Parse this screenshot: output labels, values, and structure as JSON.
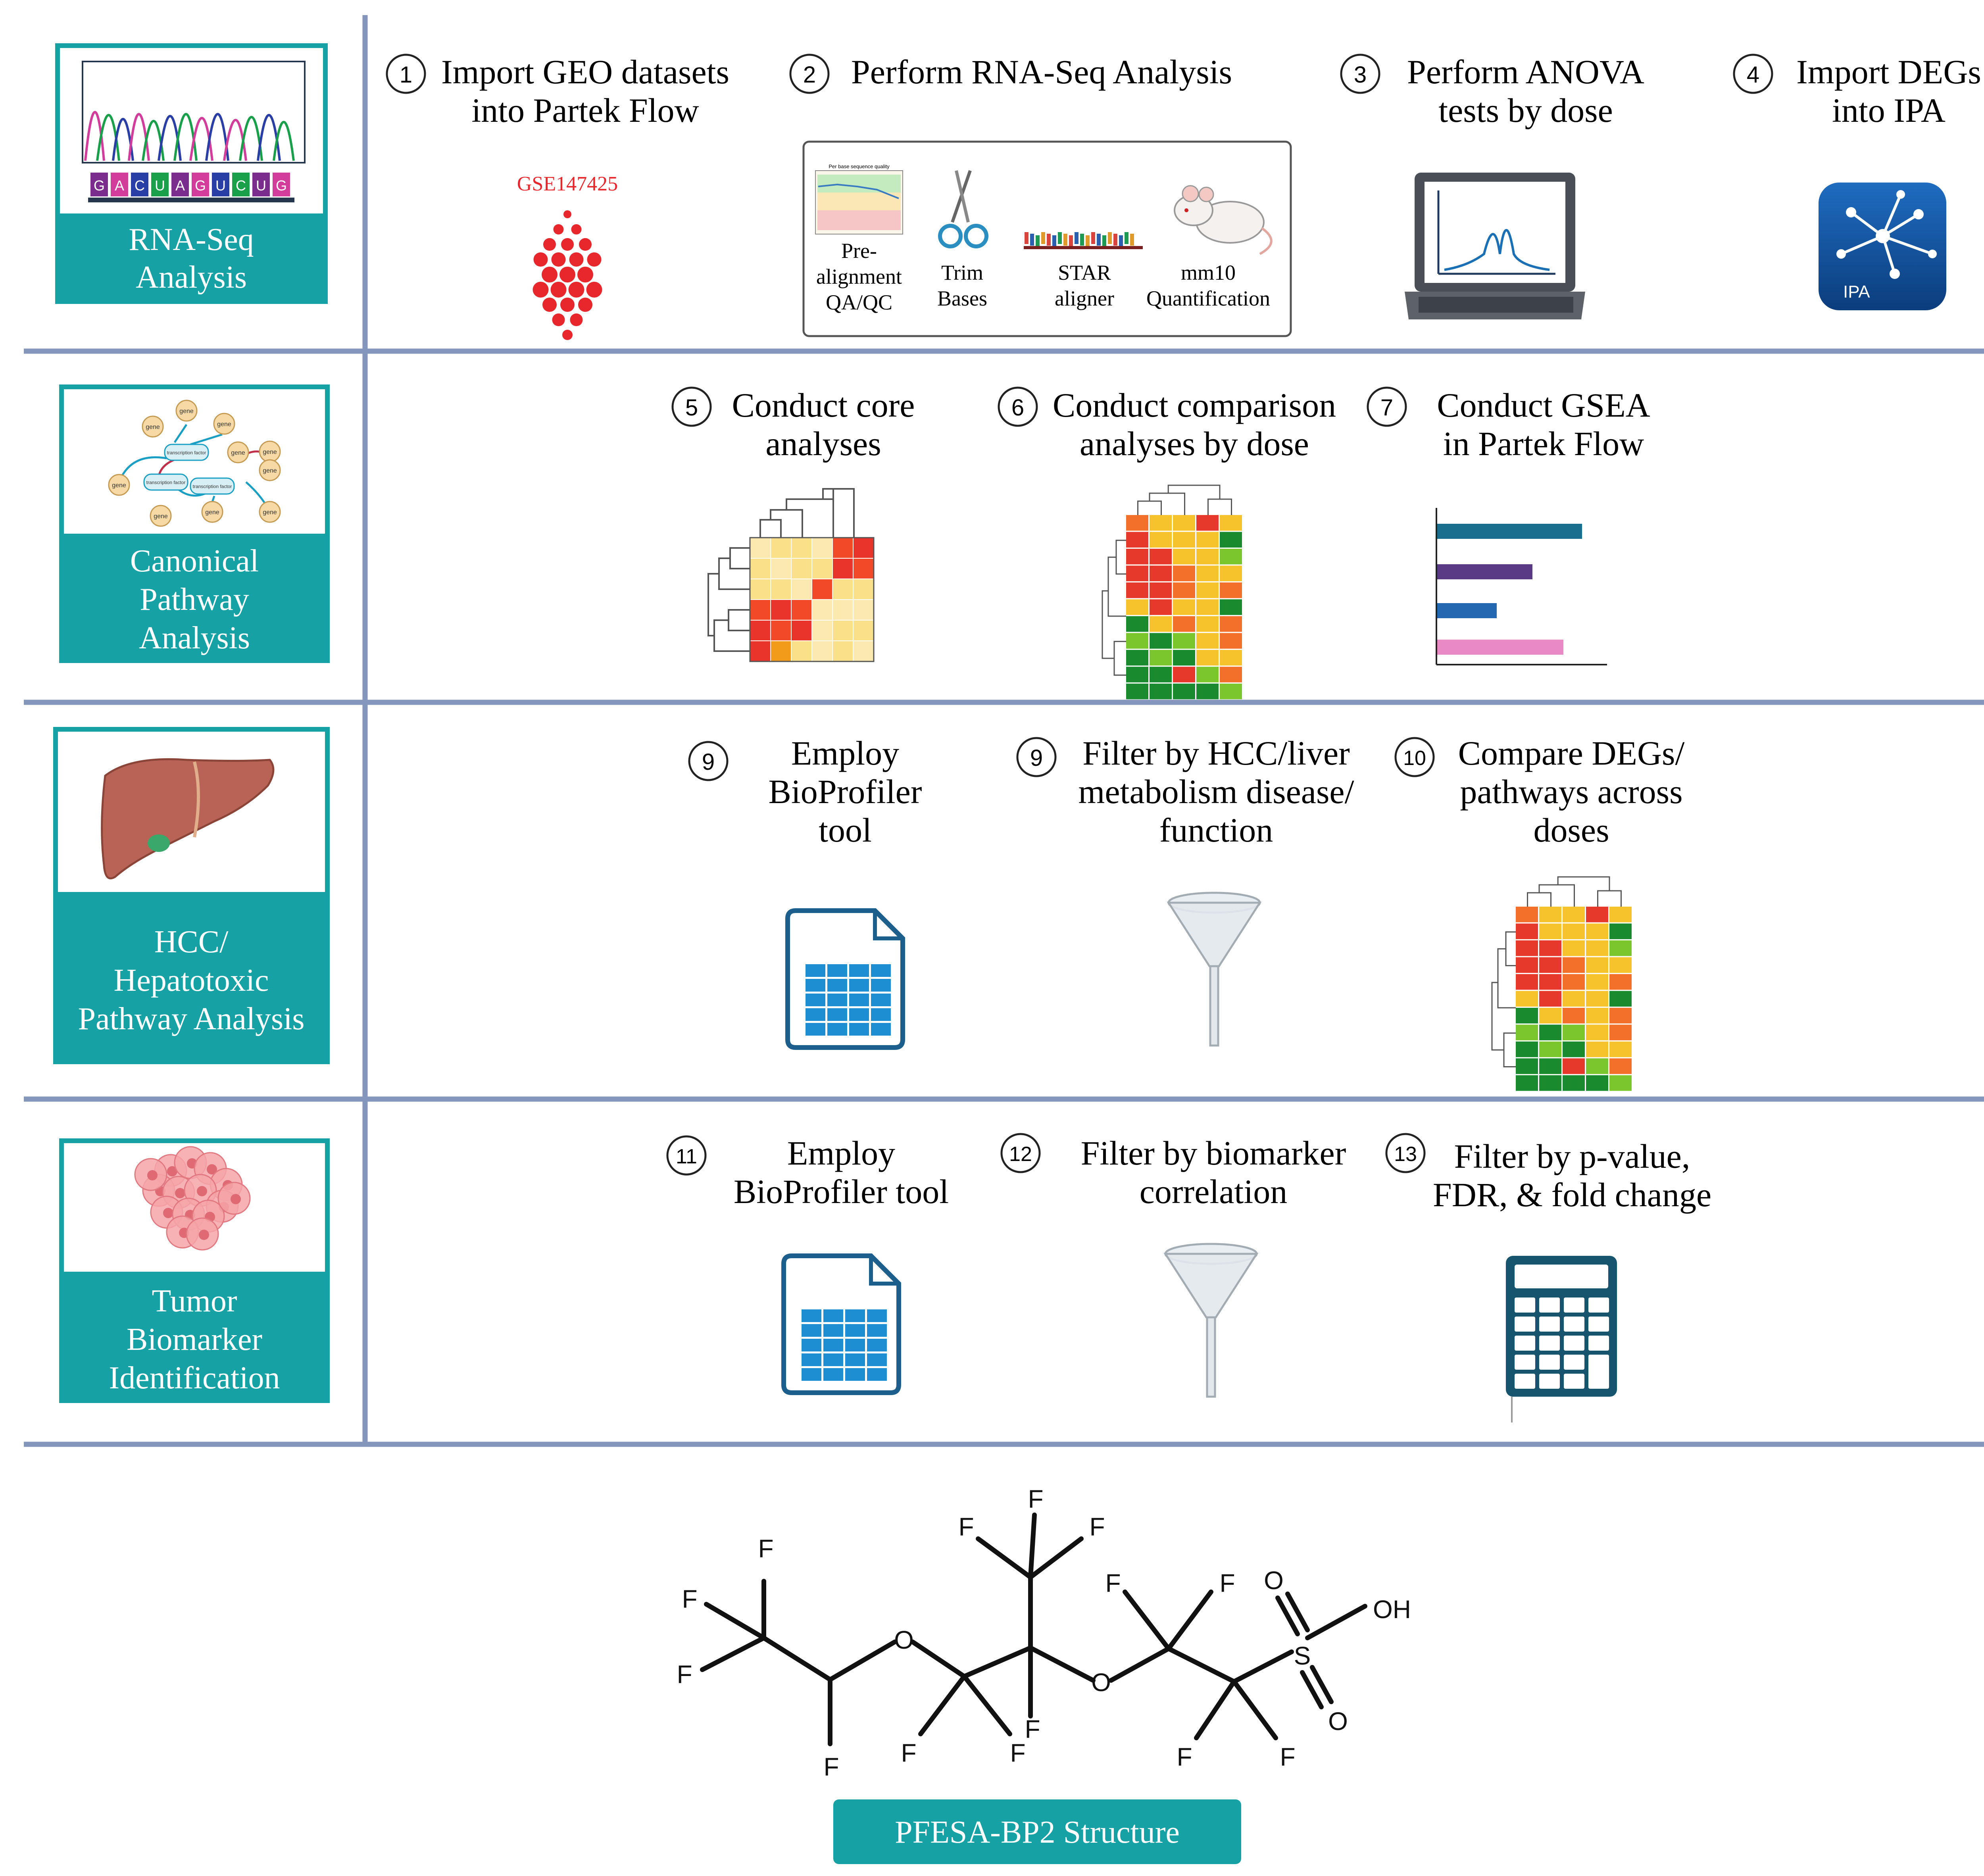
{
  "colors": {
    "teal": "#16a2a5",
    "divider": "#8496bb",
    "dark_outline": "#25364f",
    "red_geo": "#e8272c",
    "ipa_blue": "#0d4a91",
    "sheet_blue": "#1f6fb0"
  },
  "rows": [
    {
      "label": [
        "RNA-Seq",
        "Analysis"
      ],
      "steps": [
        {
          "num": "1",
          "text": [
            "Import GEO datasets",
            "into Partek Flow"
          ],
          "icon": "geo-dataset-icon"
        },
        {
          "num": "2",
          "text": [
            "Perform RNA-Seq Analysis"
          ],
          "icon": "rna-seq-pipeline-box"
        },
        {
          "num": "3",
          "text": [
            "Perform ANOVA",
            "tests by dose"
          ],
          "icon": "laptop-icon"
        },
        {
          "num": "4",
          "text": [
            "Import DEGs",
            "into IPA"
          ],
          "icon": "ipa-app-icon"
        }
      ],
      "geo_label": "GSE147425",
      "pipeline": [
        {
          "text": [
            "Pre-",
            "alignment",
            "QA/QC"
          ],
          "icon": "qc-chart-icon"
        },
        {
          "text": [
            "Trim",
            "Bases"
          ],
          "icon": "scissors-icon"
        },
        {
          "text": [
            "STAR",
            "aligner"
          ],
          "icon": "dna-reads-icon"
        },
        {
          "text": [
            "mm10",
            "Quantification"
          ],
          "icon": "mouse-icon"
        }
      ],
      "qc_chart_title": "Per base sequence quality",
      "ipa_text": "IPA",
      "dna_letters": [
        "G",
        "A",
        "C",
        "U",
        "A",
        "G",
        "U",
        "C",
        "U",
        "G"
      ]
    },
    {
      "label": [
        "Canonical",
        "Pathway",
        "Analysis"
      ],
      "steps": [
        {
          "num": "5",
          "text": [
            "Conduct core",
            "analyses"
          ],
          "icon": "clustered-heatmap-icon"
        },
        {
          "num": "6",
          "text": [
            "Conduct comparison",
            "analyses by dose"
          ],
          "icon": "heatmap-icon"
        },
        {
          "num": "7",
          "text": [
            "Conduct GSEA",
            "in Partek Flow"
          ],
          "icon": "bar-chart-icon"
        }
      ],
      "pathway_nodes": [
        "gene",
        "gene",
        "gene",
        "gene",
        "gene",
        "gene",
        "gene",
        "gene",
        "gene",
        "gene"
      ],
      "pathway_factors": [
        "transcription factor",
        "transcription factor",
        "transcription factor"
      ]
    },
    {
      "label": [
        "HCC/",
        "Hepatotoxic",
        "Pathway Analysis"
      ],
      "steps": [
        {
          "num": "9",
          "text": [
            "Employ",
            "BioProfiler",
            "tool"
          ],
          "icon": "spreadsheet-icon"
        },
        {
          "num": "9",
          "text": [
            "Filter by HCC/liver",
            "metabolism disease/",
            "function"
          ],
          "icon": "funnel-icon"
        },
        {
          "num": "10",
          "text": [
            "Compare DEGs/",
            "pathways across",
            "doses"
          ],
          "icon": "heatmap-icon"
        }
      ]
    },
    {
      "label": [
        "Tumor",
        "Biomarker",
        "Identification"
      ],
      "steps": [
        {
          "num": "11",
          "text": [
            "Employ",
            "BioProfiler tool"
          ],
          "icon": "spreadsheet-icon"
        },
        {
          "num": "12",
          "text": [
            "Filter by biomarker",
            "correlation"
          ],
          "icon": "funnel-icon"
        },
        {
          "num": "13",
          "text": [
            "Filter by p-value,",
            "FDR, & fold change"
          ],
          "icon": "calculator-icon"
        }
      ]
    }
  ],
  "structure": {
    "caption": "PFESA-BP2 Structure",
    "atoms": {
      "F": "F",
      "O": "O",
      "S": "S",
      "OH": "OH"
    }
  }
}
